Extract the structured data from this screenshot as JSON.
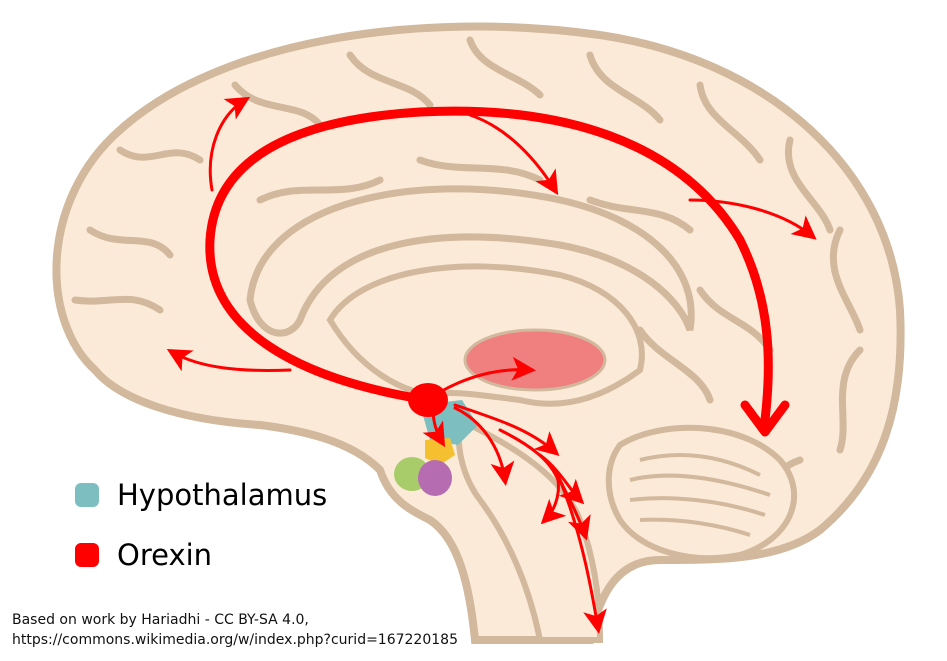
{
  "legend": [
    {
      "label": "Hypothalamus",
      "color": "#7dbfc0"
    },
    {
      "label": "Orexin",
      "color": "#ff0000"
    }
  ],
  "credit": {
    "line1": "Based on work by Hariadhi - CC BY-SA 4.0,",
    "line2": "https://commons.wikimedia.org/w/index.php?curid=167220185"
  },
  "colors": {
    "brain_fill": "#fbead8",
    "brain_outline": "#d2b89c",
    "thalamus": "#f08080",
    "orexin": "#ff0000",
    "pituitary_left": "#a9cc6a",
    "pituitary_right": "#b66cb0",
    "pituitary_stalk": "#f5c030"
  }
}
